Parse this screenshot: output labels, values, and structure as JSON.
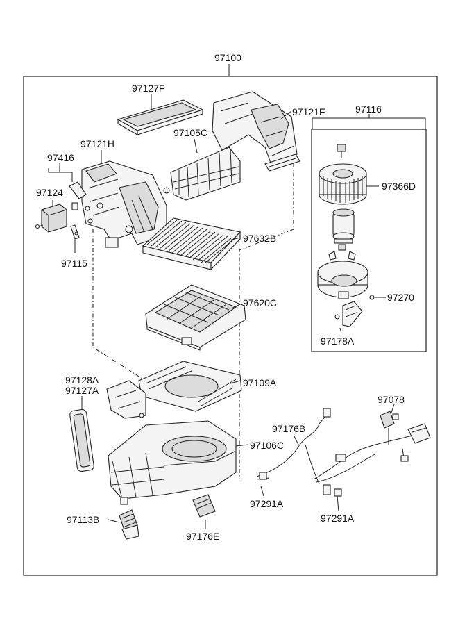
{
  "labels": {
    "assembly": "97100",
    "p97127F": "97127F",
    "p97121F": "97121F",
    "p97116": "97116",
    "p97121H": "97121H",
    "p97105C": "97105C",
    "p97416": "97416",
    "p97124": "97124",
    "p97366D": "97366D",
    "p97632B": "97632B",
    "p97115": "97115",
    "p97620C": "97620C",
    "p97270": "97270",
    "p97178A": "97178A",
    "p97128A": "97128A",
    "p97127A": "97127A",
    "p97109A": "97109A",
    "p97078": "97078",
    "p97176B": "97176B",
    "p97106C": "97106C",
    "p97291A_1": "97291A",
    "p97291A_2": "97291A",
    "p97113B": "97113B",
    "p97176E": "97176E"
  }
}
